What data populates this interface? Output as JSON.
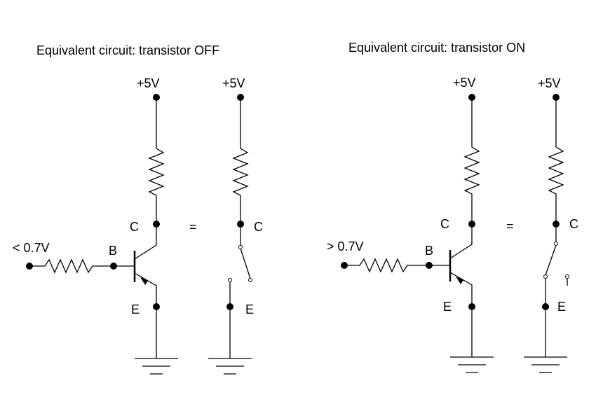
{
  "left": {
    "title": "Equivalent  circuit: transistor OFF",
    "input_label": "< 0.7V",
    "base_label": "B",
    "collector_label": "C",
    "emitter_label": "E",
    "supply_label": "+5V",
    "equals": "=",
    "eq_supply_label": "+5V",
    "eq_collector_label": "C",
    "eq_emitter_label": "E",
    "switch_state": "open"
  },
  "right": {
    "title": "Equivalent  circuit: transistor ON",
    "input_label": "> 0.7V",
    "base_label": "B",
    "collector_label": "C",
    "emitter_label": "E",
    "supply_label": "+5V",
    "equals": "=",
    "eq_supply_label": "+5V",
    "eq_collector_label": "C",
    "eq_emitter_label": "E",
    "switch_state": "closed"
  }
}
